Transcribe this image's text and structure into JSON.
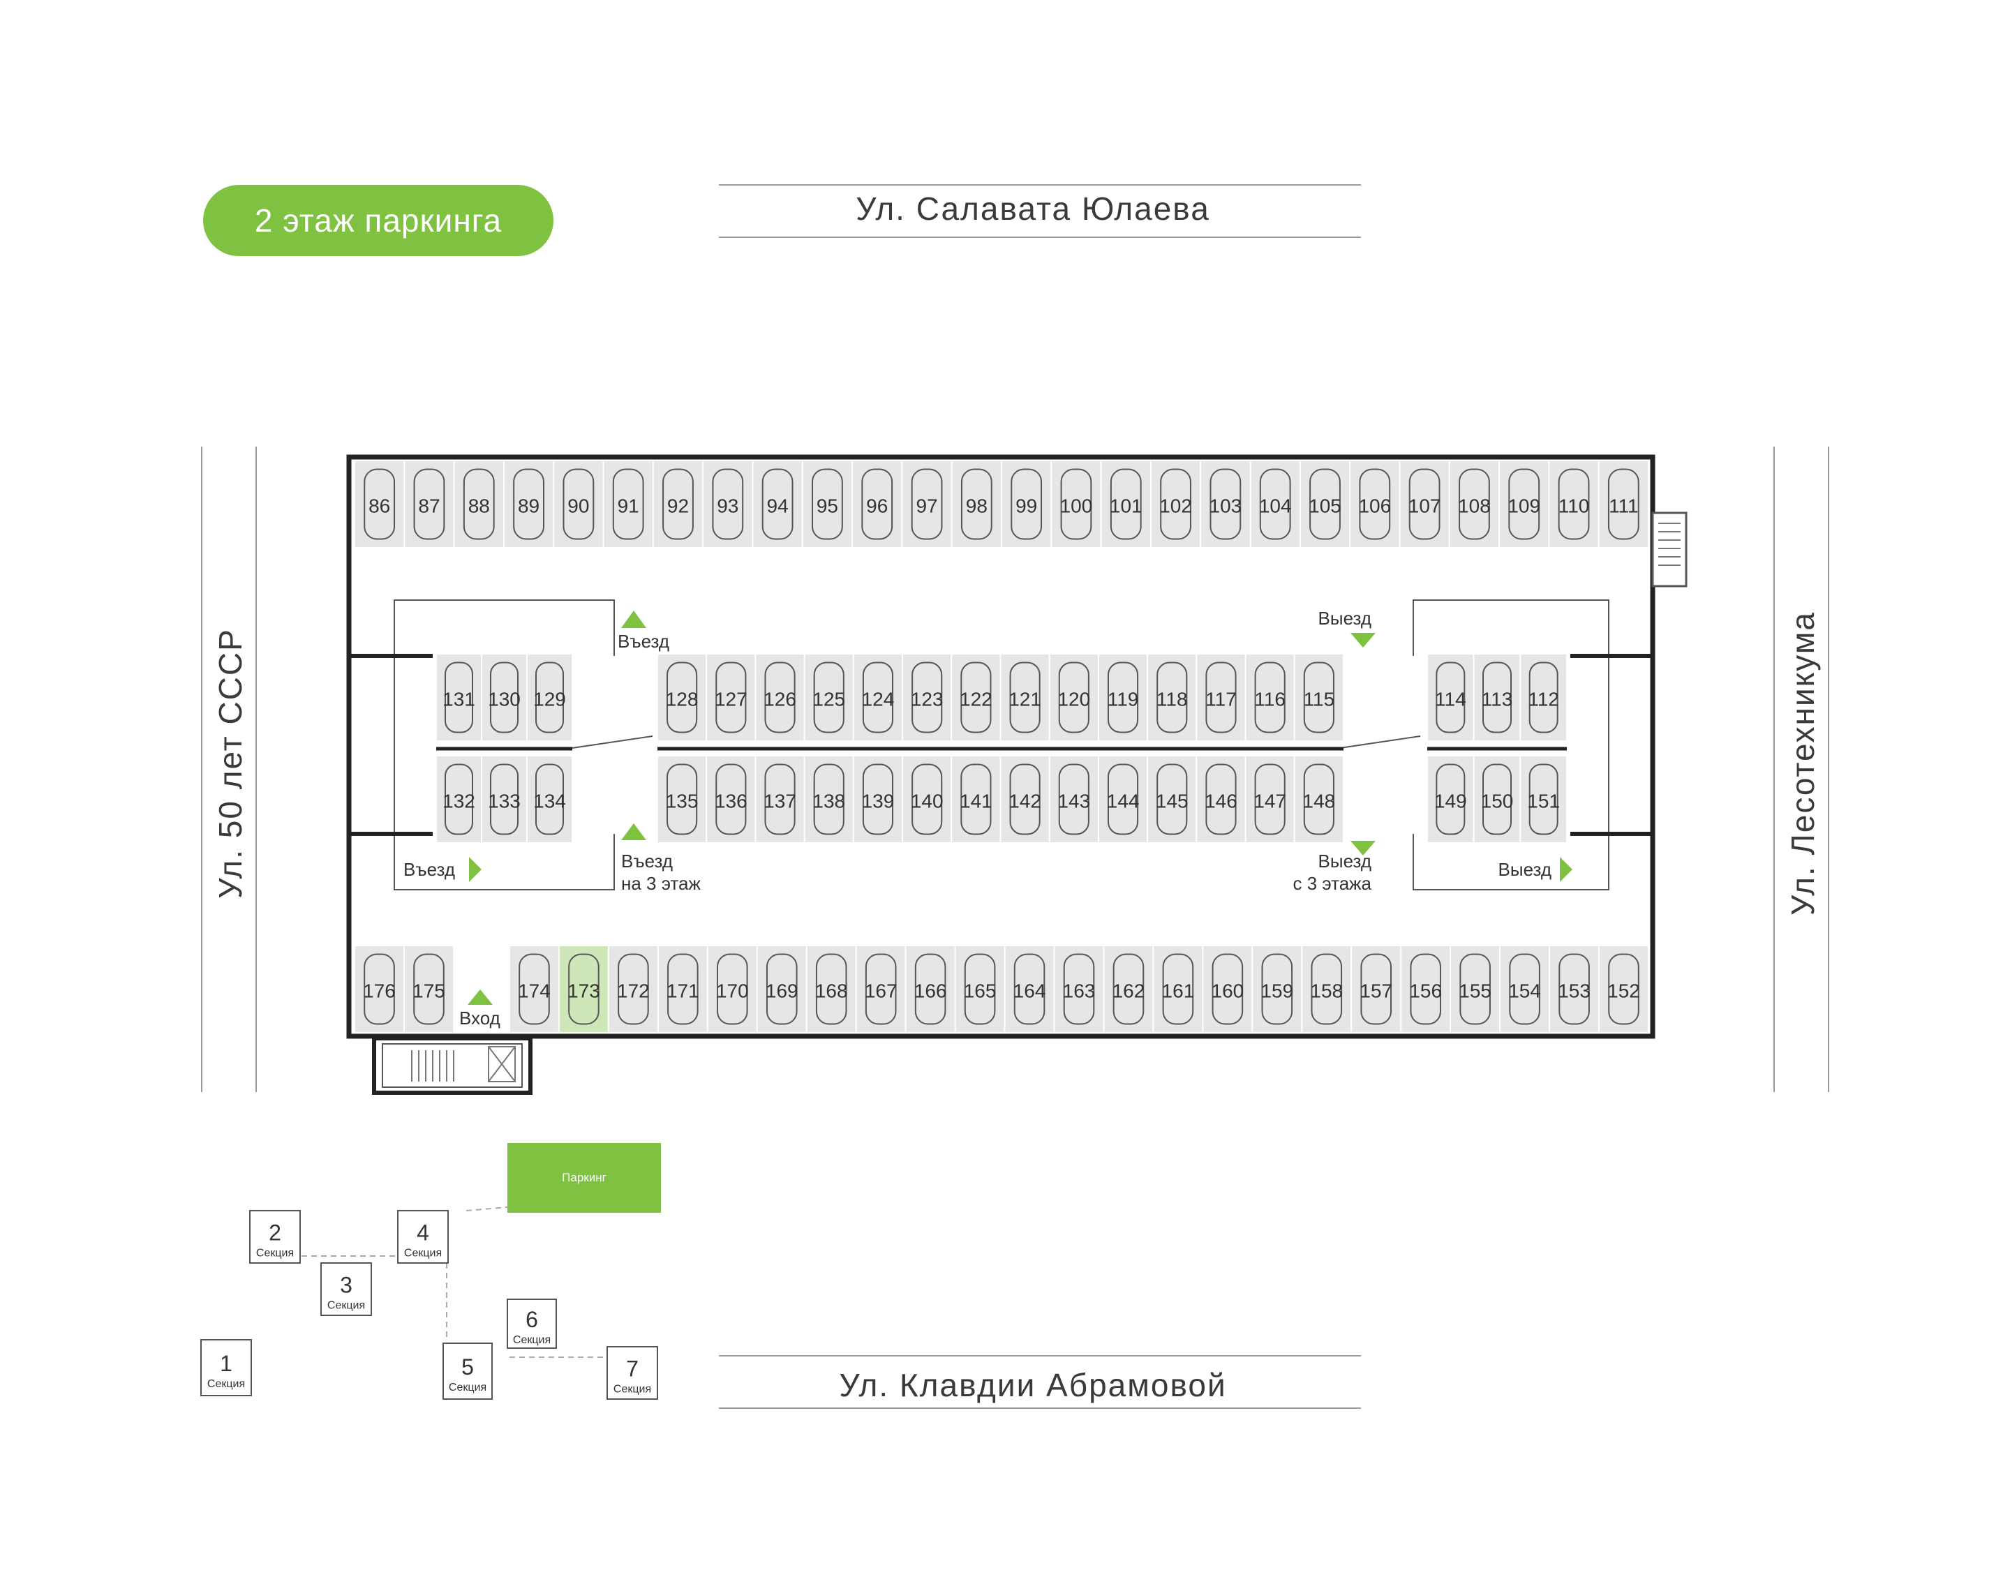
{
  "floor_label": "2 этаж паркинга",
  "streets": {
    "top": "Ул. Салавата Юлаева",
    "bottom": "Ул. Клавдии Абрамовой",
    "left": "Ул. 50 лет СССР",
    "right": "Ул. Лесотехникума"
  },
  "colors": {
    "accent": "#7fc241",
    "space_fill": "#e6e6e6",
    "selected_fill": "#cfe6b8",
    "wall": "#222222"
  },
  "parking_spaces": {
    "top_row": [
      "86",
      "87",
      "88",
      "89",
      "90",
      "91",
      "92",
      "93",
      "94",
      "95",
      "96",
      "97",
      "98",
      "99",
      "100",
      "101",
      "102",
      "103",
      "104",
      "105",
      "106",
      "107",
      "108",
      "109",
      "110",
      "111"
    ],
    "middle_upper_left": [
      "131",
      "130",
      "129"
    ],
    "middle_lower_left": [
      "132",
      "133",
      "134"
    ],
    "middle_upper_center": [
      "128",
      "127",
      "126",
      "125",
      "124",
      "123",
      "122",
      "121",
      "120",
      "119",
      "118",
      "117",
      "116",
      "115"
    ],
    "middle_lower_center": [
      "135",
      "136",
      "137",
      "138",
      "139",
      "140",
      "141",
      "142",
      "143",
      "144",
      "145",
      "146",
      "147",
      "148"
    ],
    "middle_upper_right": [
      "114",
      "113",
      "112"
    ],
    "middle_lower_right": [
      "149",
      "150",
      "151"
    ],
    "bottom_row_left": [
      "176",
      "175"
    ],
    "bottom_row": [
      "174",
      "173",
      "172",
      "171",
      "170",
      "169",
      "168",
      "167",
      "166",
      "165",
      "164",
      "163",
      "162",
      "161",
      "160",
      "159",
      "158",
      "157",
      "156",
      "155",
      "154",
      "153",
      "152"
    ],
    "selected": "173"
  },
  "labels": {
    "entry_top": "Въезд",
    "entry_left": "Въезд",
    "entry_up_line1": "Въезд",
    "entry_up_line2": "на 3 этаж",
    "exit_top": "Выезд",
    "exit_down_line1": "Выезд",
    "exit_down_line2": "с 3 этажа",
    "exit_right": "Выезд",
    "pedestrian_entrance": "Вход"
  },
  "site_plan": {
    "parking_label": "Паркинг",
    "section_word": "Секция",
    "sections": [
      "1",
      "2",
      "3",
      "4",
      "5",
      "6",
      "7"
    ]
  }
}
